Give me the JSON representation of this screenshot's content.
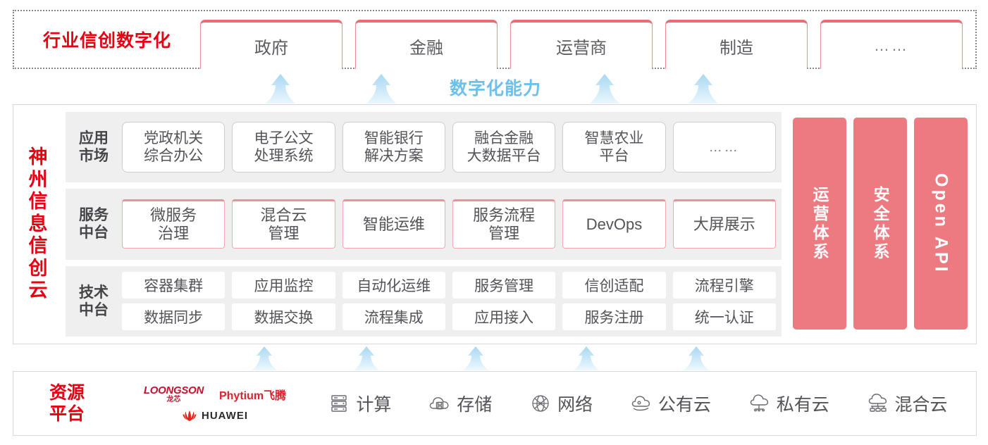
{
  "industry": {
    "title": "行业信创数字化",
    "tabs": [
      {
        "label": "政府"
      },
      {
        "label": "金融"
      },
      {
        "label": "运营商"
      },
      {
        "label": "制造"
      },
      {
        "label": "……"
      }
    ]
  },
  "connector_top": {
    "label": "数字化能力",
    "arrow_count": 4,
    "arrow_color": "#bfe2f7"
  },
  "cloud": {
    "title": "神州信息信创云",
    "layers": [
      {
        "id": "app-market",
        "label": "应用\n市场",
        "label_lines": [
          "应用",
          "市场"
        ],
        "items": [
          {
            "lines": [
              "党政机关",
              "综合办公"
            ]
          },
          {
            "lines": [
              "电子公文",
              "处理系统"
            ]
          },
          {
            "lines": [
              "智能银行",
              "解决方案"
            ]
          },
          {
            "lines": [
              "融合金融",
              "大数据平台"
            ]
          },
          {
            "lines": [
              "智慧农业",
              "平台"
            ]
          },
          {
            "lines": [
              "……"
            ],
            "dots": true
          }
        ]
      },
      {
        "id": "service-platform",
        "label_lines": [
          "服务",
          "中台"
        ],
        "items": [
          {
            "lines": [
              "微服务",
              "治理"
            ]
          },
          {
            "lines": [
              "混合云",
              "管理"
            ]
          },
          {
            "lines": [
              "智能运维"
            ]
          },
          {
            "lines": [
              "服务流程",
              "管理"
            ]
          },
          {
            "lines": [
              "DevOps"
            ]
          },
          {
            "lines": [
              "大屏展示"
            ]
          }
        ]
      },
      {
        "id": "tech-platform",
        "label_lines": [
          "技术",
          "中台"
        ],
        "rows": [
          [
            "容器集群",
            "应用监控",
            "自动化运维",
            "服务管理",
            "信创适配",
            "流程引擎"
          ],
          [
            "数据同步",
            "数据交换",
            "流程集成",
            "应用接入",
            "服务注册",
            "统一认证"
          ]
        ]
      }
    ],
    "pillars": [
      {
        "label": "运营体系",
        "orientation": "upright"
      },
      {
        "label": "安全体系",
        "orientation": "upright"
      },
      {
        "label": "Open API",
        "orientation": "rotated"
      }
    ]
  },
  "connector_bottom": {
    "arrow_count": 5,
    "arrow_color": "#bfe2f7"
  },
  "resource": {
    "title_lines": [
      "资源",
      "平台"
    ],
    "vendors": [
      {
        "name_en": "LOONGSON",
        "name_cn": "龙芯",
        "key": "loongson"
      },
      {
        "name": "Phytium飞腾",
        "key": "phytium"
      },
      {
        "name": "HUAWEI",
        "key": "huawei"
      }
    ],
    "items": [
      {
        "label": "计算",
        "icon": "server-icon"
      },
      {
        "label": "存储",
        "icon": "cloud-storage-icon"
      },
      {
        "label": "网络",
        "icon": "network-globe-icon"
      },
      {
        "label": "公有云",
        "icon": "public-cloud-icon"
      },
      {
        "label": "私有云",
        "icon": "private-cloud-icon"
      },
      {
        "label": "混合云",
        "icon": "hybrid-cloud-icon"
      }
    ]
  },
  "colors": {
    "brand_red": "#E60012",
    "pillar_pink": "#ED7A80",
    "tab_border": "#ef8a91",
    "arrow_blue": "#bfe2f7",
    "digital_label": "#6cc0ee",
    "layer_bg": "#efefef",
    "text_gray": "#53535a"
  }
}
